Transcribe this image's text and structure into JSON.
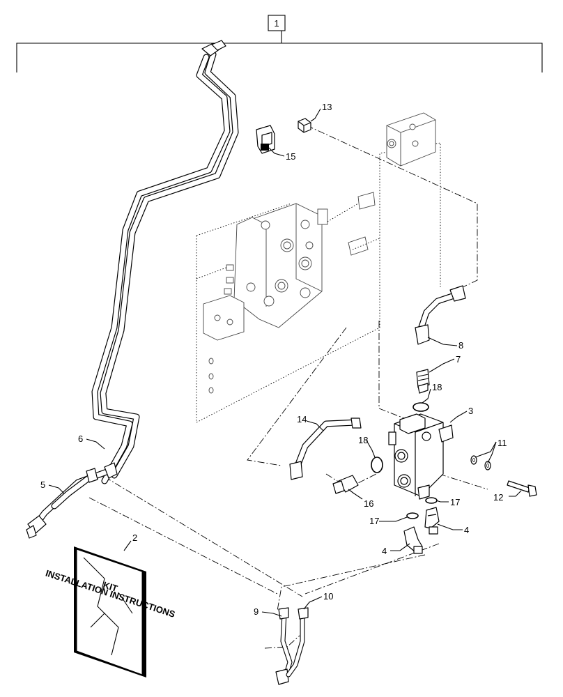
{
  "diagram": {
    "kit_label": "1",
    "callouts": {
      "c2": "2",
      "c3": "3",
      "c4a": "4",
      "c4b": "4",
      "c5": "5",
      "c6": "6",
      "c7": "7",
      "c8": "8",
      "c9": "9",
      "c10": "10",
      "c11": "11",
      "c12": "12",
      "c13": "13",
      "c14": "14",
      "c15": "15",
      "c16": "16",
      "c17a": "17",
      "c17b": "17",
      "c18a": "18",
      "c18b": "18"
    },
    "manual_cover": {
      "line1": "KIT",
      "line2": "INSTALLATION INSTRUCTIONS"
    }
  }
}
